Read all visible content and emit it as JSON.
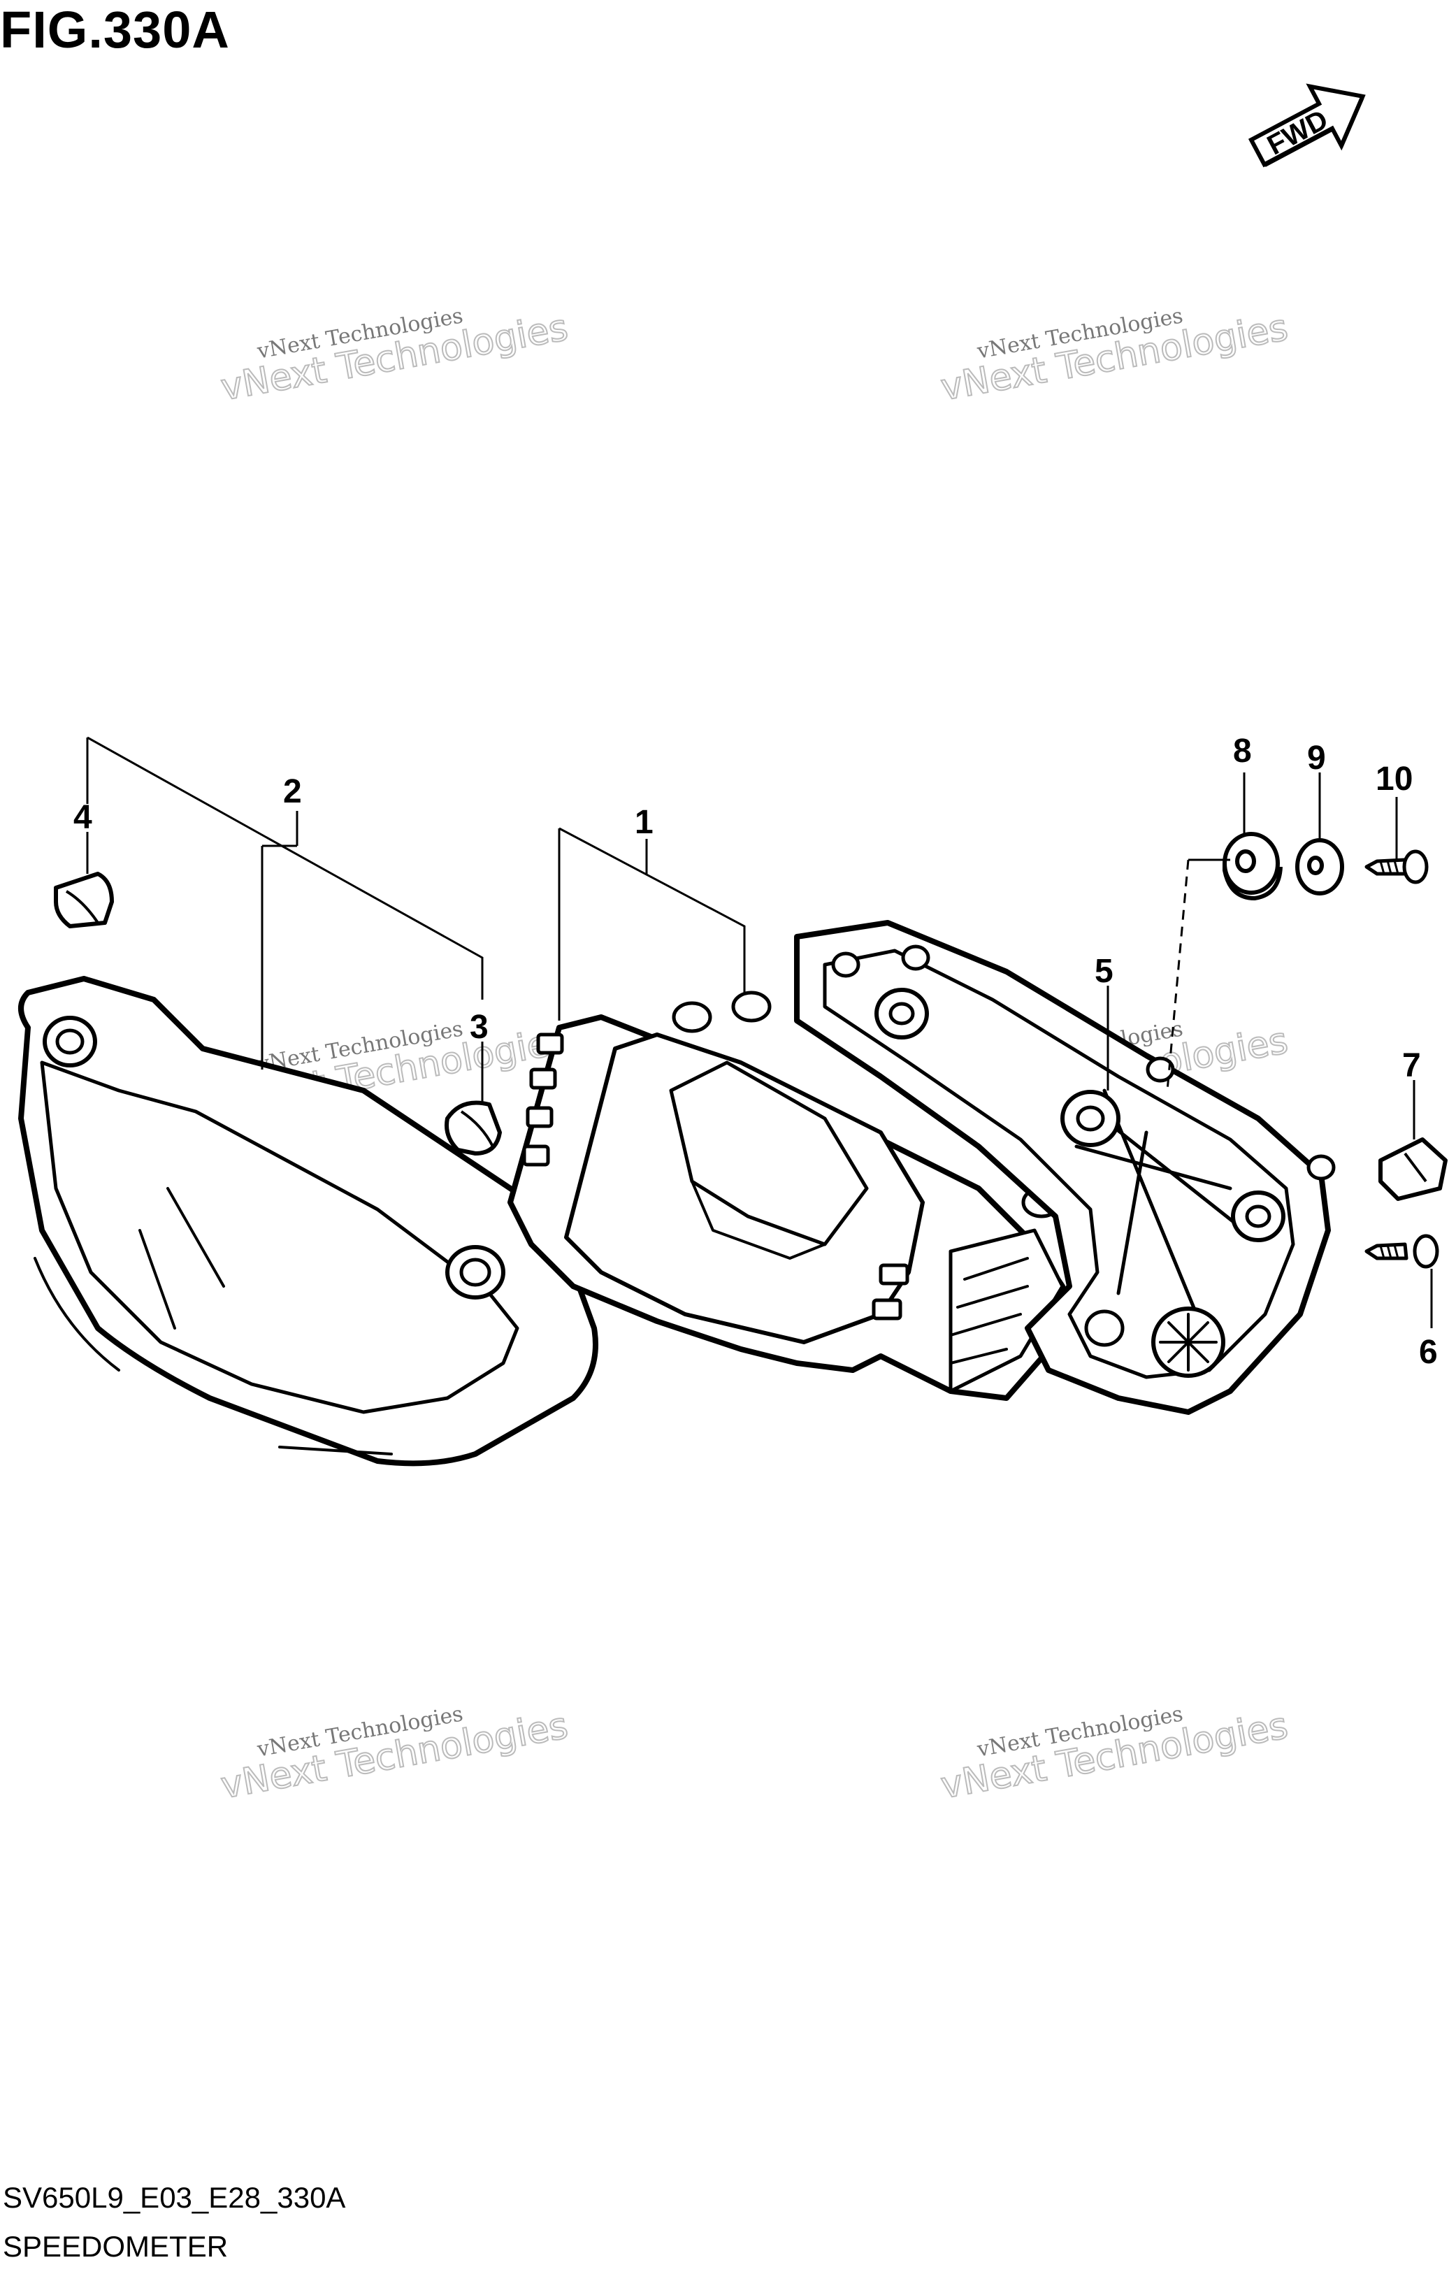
{
  "title": "FIG.330A",
  "direction_label": "FWD",
  "callouts": [
    "1",
    "2",
    "3",
    "4",
    "5",
    "6",
    "7",
    "8",
    "9",
    "10"
  ],
  "watermark": {
    "line1": "vNext Technologies",
    "line2": "vNext Technologies"
  },
  "footer": {
    "code": "SV650L9_E03_E28_330A",
    "name": "SPEEDOMETER"
  }
}
